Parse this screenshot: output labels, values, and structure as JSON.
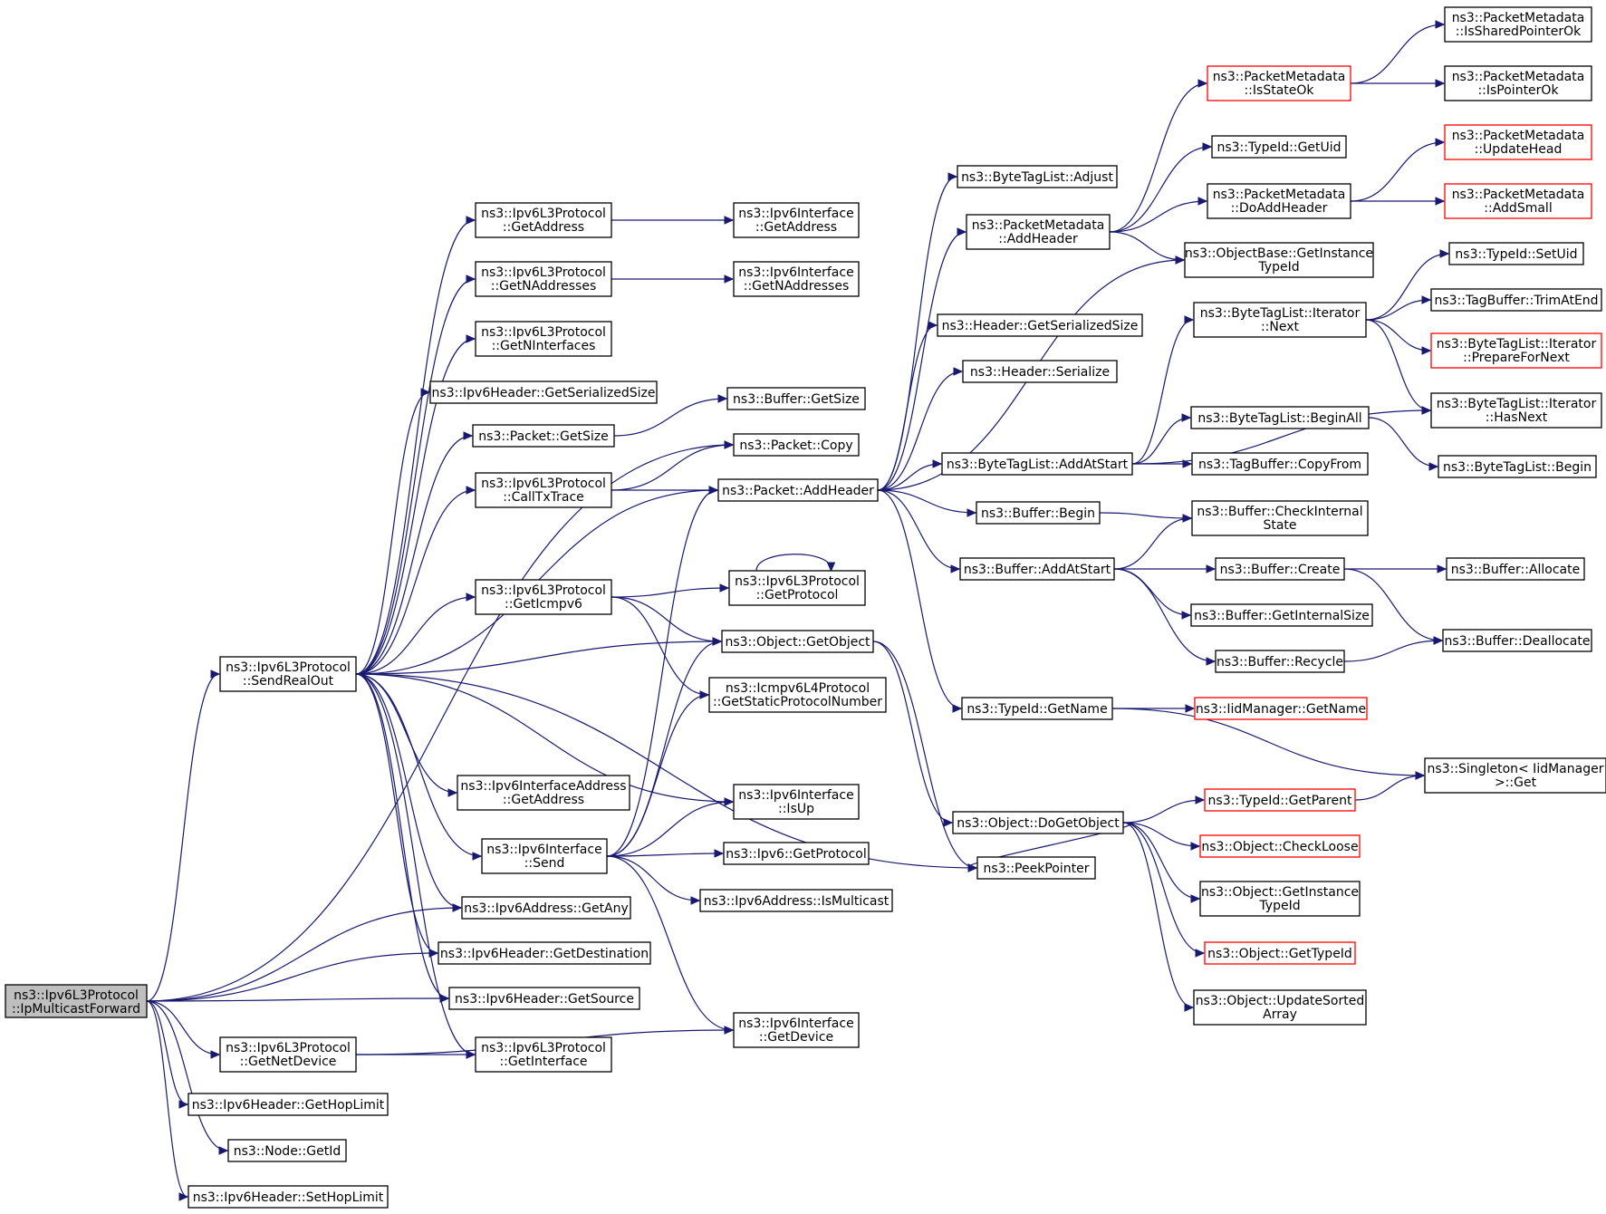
{
  "colors": {
    "edge": "#191970",
    "border": "#000000",
    "border_red": "#ff0000",
    "root_fill": "#bfbfbf"
  },
  "nodes": [
    {
      "id": "root",
      "lines": [
        "ns3::Ipv6L3Protocol",
        "::IpMulticastForward"
      ],
      "style": "root"
    },
    {
      "id": "sendRealOut",
      "lines": [
        "ns3::Ipv6L3Protocol",
        "::SendRealOut"
      ],
      "style": "normal"
    },
    {
      "id": "getAddress",
      "lines": [
        "ns3::Ipv6L3Protocol",
        "::GetAddress"
      ],
      "style": "normal"
    },
    {
      "id": "getNAddresses",
      "lines": [
        "ns3::Ipv6L3Protocol",
        "::GetNAddresses"
      ],
      "style": "normal"
    },
    {
      "id": "getNInterfaces",
      "lines": [
        "ns3::Ipv6L3Protocol",
        "::GetNInterfaces"
      ],
      "style": "normal"
    },
    {
      "id": "hdrSerSize",
      "lines": [
        "ns3::Ipv6Header::GetSerializedSize"
      ],
      "style": "normal"
    },
    {
      "id": "pktGetSize",
      "lines": [
        "ns3::Packet::GetSize"
      ],
      "style": "normal"
    },
    {
      "id": "callTxTrace",
      "lines": [
        "ns3::Ipv6L3Protocol",
        "::CallTxTrace"
      ],
      "style": "normal"
    },
    {
      "id": "getIcmpv6",
      "lines": [
        "ns3::Ipv6L3Protocol",
        "::GetIcmpv6"
      ],
      "style": "normal"
    },
    {
      "id": "ifaceAddrGetAddr",
      "lines": [
        "ns3::Ipv6InterfaceAddress",
        "::GetAddress"
      ],
      "style": "normal"
    },
    {
      "id": "ifaceSend",
      "lines": [
        "ns3::Ipv6Interface",
        "::Send"
      ],
      "style": "normal"
    },
    {
      "id": "addrGetAny",
      "lines": [
        "ns3::Ipv6Address::GetAny"
      ],
      "style": "normal"
    },
    {
      "id": "hdrGetDest",
      "lines": [
        "ns3::Ipv6Header::GetDestination"
      ],
      "style": "normal"
    },
    {
      "id": "hdrGetSource",
      "lines": [
        "ns3::Ipv6Header::GetSource"
      ],
      "style": "normal"
    },
    {
      "id": "getNetDevice",
      "lines": [
        "ns3::Ipv6L3Protocol",
        "::GetNetDevice"
      ],
      "style": "normal"
    },
    {
      "id": "getInterface",
      "lines": [
        "ns3::Ipv6L3Protocol",
        "::GetInterface"
      ],
      "style": "normal"
    },
    {
      "id": "hdrGetHop",
      "lines": [
        "ns3::Ipv6Header::GetHopLimit"
      ],
      "style": "normal"
    },
    {
      "id": "nodeGetId",
      "lines": [
        "ns3::Node::GetId"
      ],
      "style": "normal"
    },
    {
      "id": "hdrSetHop",
      "lines": [
        "ns3::Ipv6Header::SetHopLimit"
      ],
      "style": "normal"
    },
    {
      "id": "ifaceGetAddr",
      "lines": [
        "ns3::Ipv6Interface",
        "::GetAddress"
      ],
      "style": "normal"
    },
    {
      "id": "ifaceGetNAddr",
      "lines": [
        "ns3::Ipv6Interface",
        "::GetNAddresses"
      ],
      "style": "normal"
    },
    {
      "id": "bufGetSize",
      "lines": [
        "ns3::Buffer::GetSize"
      ],
      "style": "normal"
    },
    {
      "id": "pktCopy",
      "lines": [
        "ns3::Packet::Copy"
      ],
      "style": "normal"
    },
    {
      "id": "pktAddHeader",
      "lines": [
        "ns3::Packet::AddHeader"
      ],
      "style": "normal"
    },
    {
      "id": "l3GetProtocol",
      "lines": [
        "ns3::Ipv6L3Protocol",
        "::GetProtocol"
      ],
      "style": "normal"
    },
    {
      "id": "objGetObject",
      "lines": [
        "ns3::Object::GetObject"
      ],
      "style": "normal"
    },
    {
      "id": "icmpStatic",
      "lines": [
        "ns3::Icmpv6L4Protocol",
        "::GetStaticProtocolNumber"
      ],
      "style": "normal"
    },
    {
      "id": "ifaceIsUp",
      "lines": [
        "ns3::Ipv6Interface",
        "::IsUp"
      ],
      "style": "normal"
    },
    {
      "id": "ipv6GetProtocol",
      "lines": [
        "ns3::Ipv6::GetProtocol"
      ],
      "style": "normal"
    },
    {
      "id": "addrIsMulticast",
      "lines": [
        "ns3::Ipv6Address::IsMulticast"
      ],
      "style": "normal"
    },
    {
      "id": "ifaceGetDevice",
      "lines": [
        "ns3::Ipv6Interface",
        "::GetDevice"
      ],
      "style": "normal"
    },
    {
      "id": "btlAdjust",
      "lines": [
        "ns3::ByteTagList::Adjust"
      ],
      "style": "normal"
    },
    {
      "id": "pmAddHeader",
      "lines": [
        "ns3::PacketMetadata",
        "::AddHeader"
      ],
      "style": "normal"
    },
    {
      "id": "hdrGetSerSize",
      "lines": [
        "ns3::Header::GetSerializedSize"
      ],
      "style": "normal"
    },
    {
      "id": "hdrSerialize",
      "lines": [
        "ns3::Header::Serialize"
      ],
      "style": "normal"
    },
    {
      "id": "btlAddAtStart",
      "lines": [
        "ns3::ByteTagList::AddAtStart"
      ],
      "style": "normal"
    },
    {
      "id": "bufBegin",
      "lines": [
        "ns3::Buffer::Begin"
      ],
      "style": "normal"
    },
    {
      "id": "bufAddAtStart",
      "lines": [
        "ns3::Buffer::AddAtStart"
      ],
      "style": "normal"
    },
    {
      "id": "typeGetName",
      "lines": [
        "ns3::TypeId::GetName"
      ],
      "style": "normal"
    },
    {
      "id": "objDoGetObject",
      "lines": [
        "ns3::Object::DoGetObject"
      ],
      "style": "normal"
    },
    {
      "id": "peekPointer",
      "lines": [
        "ns3::PeekPointer"
      ],
      "style": "normal"
    },
    {
      "id": "pmIsStateOk",
      "lines": [
        "ns3::PacketMetadata",
        "::IsStateOk"
      ],
      "style": "red"
    },
    {
      "id": "typeGetUid",
      "lines": [
        "ns3::TypeId::GetUid"
      ],
      "style": "normal"
    },
    {
      "id": "pmDoAddHeader",
      "lines": [
        "ns3::PacketMetadata",
        "::DoAddHeader"
      ],
      "style": "normal"
    },
    {
      "id": "objBaseGetInst",
      "lines": [
        "ns3::ObjectBase::GetInstance",
        "TypeId"
      ],
      "style": "normal"
    },
    {
      "id": "btlItNext",
      "lines": [
        "ns3::ByteTagList::Iterator",
        "::Next"
      ],
      "style": "normal"
    },
    {
      "id": "btlBeginAll",
      "lines": [
        "ns3::ByteTagList::BeginAll"
      ],
      "style": "normal"
    },
    {
      "id": "tbCopyFrom",
      "lines": [
        "ns3::TagBuffer::CopyFrom"
      ],
      "style": "normal"
    },
    {
      "id": "bufCheckInternal",
      "lines": [
        "ns3::Buffer::CheckInternal",
        "State"
      ],
      "style": "normal"
    },
    {
      "id": "bufCreate",
      "lines": [
        "ns3::Buffer::Create"
      ],
      "style": "normal"
    },
    {
      "id": "bufGetInternalSize",
      "lines": [
        "ns3::Buffer::GetInternalSize"
      ],
      "style": "normal"
    },
    {
      "id": "bufRecycle",
      "lines": [
        "ns3::Buffer::Recycle"
      ],
      "style": "normal"
    },
    {
      "id": "iidGetName",
      "lines": [
        "ns3::IidManager::GetName"
      ],
      "style": "red"
    },
    {
      "id": "typeGetParent",
      "lines": [
        "ns3::TypeId::GetParent"
      ],
      "style": "red"
    },
    {
      "id": "objCheckLoose",
      "lines": [
        "ns3::Object::CheckLoose"
      ],
      "style": "red"
    },
    {
      "id": "objGetInstType",
      "lines": [
        "ns3::Object::GetInstance",
        "TypeId"
      ],
      "style": "normal"
    },
    {
      "id": "objGetTypeId",
      "lines": [
        "ns3::Object::GetTypeId"
      ],
      "style": "red"
    },
    {
      "id": "objUpdateSorted",
      "lines": [
        "ns3::Object::UpdateSorted",
        "Array"
      ],
      "style": "normal"
    },
    {
      "id": "pmIsShared",
      "lines": [
        "ns3::PacketMetadata",
        "::IsSharedPointerOk"
      ],
      "style": "normal"
    },
    {
      "id": "pmIsPointer",
      "lines": [
        "ns3::PacketMetadata",
        "::IsPointerOk"
      ],
      "style": "normal"
    },
    {
      "id": "pmUpdateHead",
      "lines": [
        "ns3::PacketMetadata",
        "::UpdateHead"
      ],
      "style": "red"
    },
    {
      "id": "pmAddSmall",
      "lines": [
        "ns3::PacketMetadata",
        "::AddSmall"
      ],
      "style": "red"
    },
    {
      "id": "typeSetUid",
      "lines": [
        "ns3::TypeId::SetUid"
      ],
      "style": "normal"
    },
    {
      "id": "tbTrimAtEnd",
      "lines": [
        "ns3::TagBuffer::TrimAtEnd"
      ],
      "style": "normal"
    },
    {
      "id": "btlItPrepare",
      "lines": [
        "ns3::ByteTagList::Iterator",
        "::PrepareForNext"
      ],
      "style": "red"
    },
    {
      "id": "btlItHasNext",
      "lines": [
        "ns3::ByteTagList::Iterator",
        "::HasNext"
      ],
      "style": "normal"
    },
    {
      "id": "btlBegin",
      "lines": [
        "ns3::ByteTagList::Begin"
      ],
      "style": "normal"
    },
    {
      "id": "bufAllocate",
      "lines": [
        "ns3::Buffer::Allocate"
      ],
      "style": "normal"
    },
    {
      "id": "bufDeallocate",
      "lines": [
        "ns3::Buffer::Deallocate"
      ],
      "style": "normal"
    },
    {
      "id": "singletonGet",
      "lines": [
        "ns3::Singleton< IidManager",
        ">::Get"
      ],
      "style": "normal"
    }
  ],
  "edges": [
    [
      "root",
      "sendRealOut"
    ],
    [
      "root",
      "pktCopy"
    ],
    [
      "root",
      "addrGetAny"
    ],
    [
      "root",
      "hdrGetDest"
    ],
    [
      "root",
      "hdrGetSource"
    ],
    [
      "root",
      "getNetDevice"
    ],
    [
      "root",
      "hdrGetHop"
    ],
    [
      "root",
      "nodeGetId"
    ],
    [
      "root",
      "hdrSetHop"
    ],
    [
      "sendRealOut",
      "getAddress"
    ],
    [
      "sendRealOut",
      "getNAddresses"
    ],
    [
      "sendRealOut",
      "getNInterfaces"
    ],
    [
      "sendRealOut",
      "hdrSerSize"
    ],
    [
      "sendRealOut",
      "pktGetSize"
    ],
    [
      "sendRealOut",
      "callTxTrace"
    ],
    [
      "sendRealOut",
      "pktAddHeader"
    ],
    [
      "sendRealOut",
      "getIcmpv6"
    ],
    [
      "sendRealOut",
      "objGetObject"
    ],
    [
      "sendRealOut",
      "ifaceIsUp"
    ],
    [
      "sendRealOut",
      "peekPointer"
    ],
    [
      "sendRealOut",
      "ifaceAddrGetAddr"
    ],
    [
      "sendRealOut",
      "ifaceSend"
    ],
    [
      "sendRealOut",
      "addrGetAny"
    ],
    [
      "sendRealOut",
      "hdrGetDest"
    ],
    [
      "sendRealOut",
      "hdrGetSource"
    ],
    [
      "sendRealOut",
      "getInterface"
    ],
    [
      "getAddress",
      "ifaceGetAddr"
    ],
    [
      "getNAddresses",
      "ifaceGetNAddr"
    ],
    [
      "pktGetSize",
      "bufGetSize"
    ],
    [
      "callTxTrace",
      "pktCopy"
    ],
    [
      "callTxTrace",
      "pktAddHeader"
    ],
    [
      "getIcmpv6",
      "l3GetProtocol"
    ],
    [
      "getIcmpv6",
      "objGetObject"
    ],
    [
      "getIcmpv6",
      "icmpStatic"
    ],
    [
      "ifaceSend",
      "pktAddHeader"
    ],
    [
      "ifaceSend",
      "objGetObject"
    ],
    [
      "ifaceSend",
      "icmpStatic"
    ],
    [
      "ifaceSend",
      "ifaceIsUp"
    ],
    [
      "ifaceSend",
      "ipv6GetProtocol"
    ],
    [
      "ifaceSend",
      "addrIsMulticast"
    ],
    [
      "ifaceSend",
      "ifaceGetDevice"
    ],
    [
      "getNetDevice",
      "getInterface"
    ],
    [
      "getNetDevice",
      "ifaceGetDevice"
    ],
    [
      "l3GetProtocol",
      "l3GetProtocol"
    ],
    [
      "pktAddHeader",
      "btlAdjust"
    ],
    [
      "pktAddHeader",
      "pmAddHeader"
    ],
    [
      "pktAddHeader",
      "hdrGetSerSize"
    ],
    [
      "pktAddHeader",
      "hdrSerialize"
    ],
    [
      "pktAddHeader",
      "objBaseGetInst"
    ],
    [
      "pktAddHeader",
      "btlAddAtStart"
    ],
    [
      "pktAddHeader",
      "bufBegin"
    ],
    [
      "pktAddHeader",
      "bufAddAtStart"
    ],
    [
      "pktAddHeader",
      "typeGetName"
    ],
    [
      "objGetObject",
      "objDoGetObject"
    ],
    [
      "objGetObject",
      "peekPointer"
    ],
    [
      "pmAddHeader",
      "pmIsStateOk"
    ],
    [
      "pmAddHeader",
      "typeGetUid"
    ],
    [
      "pmAddHeader",
      "pmDoAddHeader"
    ],
    [
      "pmAddHeader",
      "objBaseGetInst"
    ],
    [
      "btlAddAtStart",
      "btlItNext"
    ],
    [
      "btlAddAtStart",
      "btlItHasNext"
    ],
    [
      "btlAddAtStart",
      "btlBeginAll"
    ],
    [
      "btlAddAtStart",
      "tbCopyFrom"
    ],
    [
      "bufBegin",
      "bufCheckInternal"
    ],
    [
      "bufAddAtStart",
      "bufCheckInternal"
    ],
    [
      "bufAddAtStart",
      "bufCreate"
    ],
    [
      "bufAddAtStart",
      "bufGetInternalSize"
    ],
    [
      "bufAddAtStart",
      "bufRecycle"
    ],
    [
      "typeGetName",
      "iidGetName"
    ],
    [
      "typeGetName",
      "singletonGet"
    ],
    [
      "objDoGetObject",
      "typeGetParent"
    ],
    [
      "objDoGetObject",
      "objCheckLoose"
    ],
    [
      "objDoGetObject",
      "objGetInstType"
    ],
    [
      "objDoGetObject",
      "objGetTypeId"
    ],
    [
      "objDoGetObject",
      "objUpdateSorted"
    ],
    [
      "objDoGetObject",
      "peekPointer"
    ],
    [
      "pmIsStateOk",
      "pmIsShared"
    ],
    [
      "pmIsStateOk",
      "pmIsPointer"
    ],
    [
      "pmDoAddHeader",
      "pmUpdateHead"
    ],
    [
      "pmDoAddHeader",
      "pmAddSmall"
    ],
    [
      "btlItNext",
      "typeSetUid"
    ],
    [
      "btlItNext",
      "tbTrimAtEnd"
    ],
    [
      "btlItNext",
      "btlItPrepare"
    ],
    [
      "btlItNext",
      "btlItHasNext"
    ],
    [
      "btlBeginAll",
      "btlBegin"
    ],
    [
      "bufCreate",
      "bufAllocate"
    ],
    [
      "bufCreate",
      "bufDeallocate"
    ],
    [
      "bufRecycle",
      "bufDeallocate"
    ],
    [
      "typeGetParent",
      "singletonGet"
    ]
  ]
}
